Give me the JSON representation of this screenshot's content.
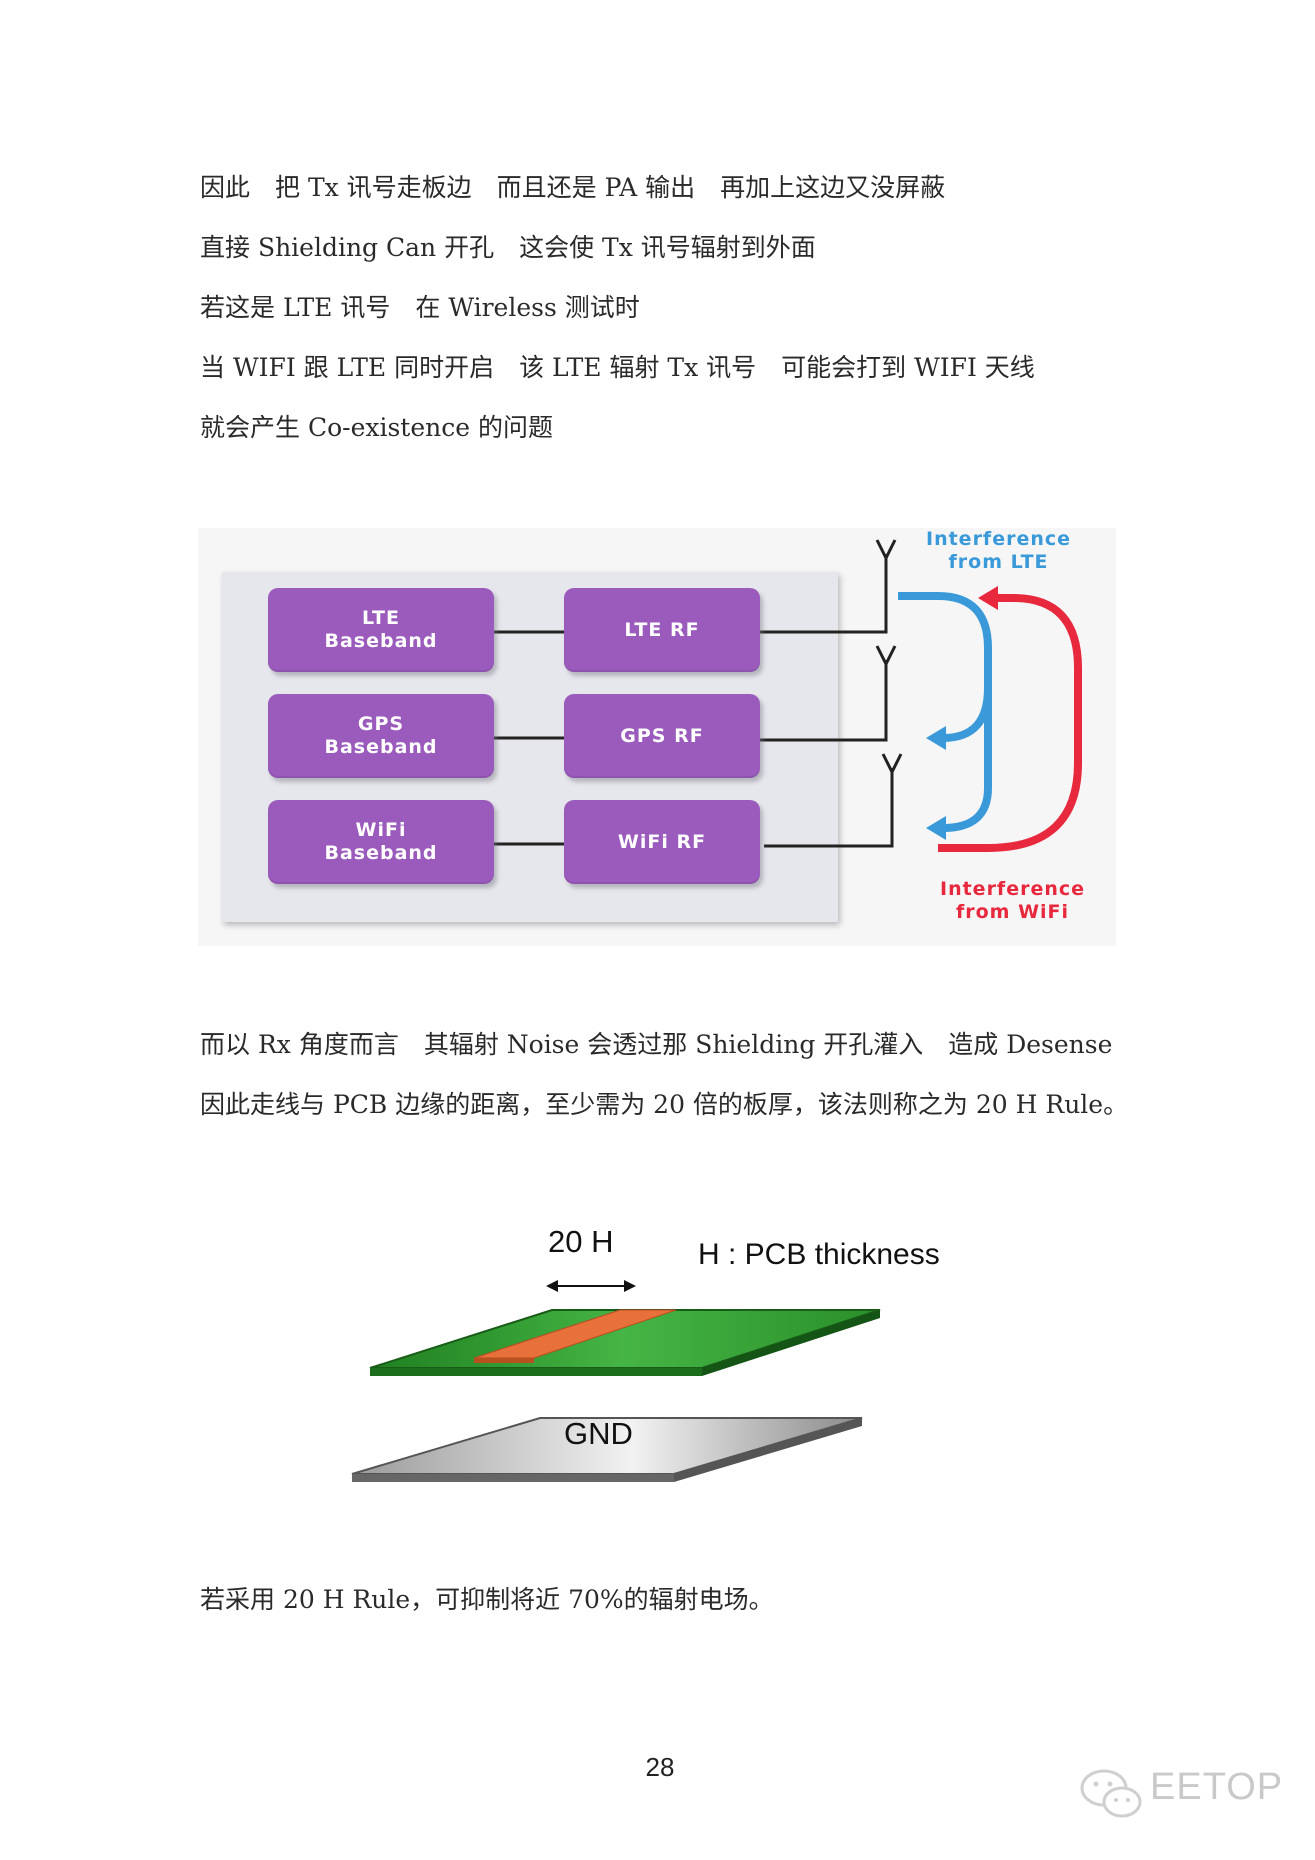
{
  "paragraph1": [
    "因此　把 Tx 讯号走板边　而且还是 PA 输出　再加上这边又没屏蔽",
    "直接 Shielding Can 开孔　这会使 Tx 讯号辐射到外面",
    "若这是 LTE 讯号　在 Wireless 测试时",
    "当 WIFI 跟 LTE 同时开启　该 LTE 辐射 Tx 讯号　可能会打到 WIFI 天线",
    "就会产生 Co-existence 的问题"
  ],
  "diagram1": {
    "baseband_blocks": [
      {
        "line1": "LTE",
        "line2": "Baseband"
      },
      {
        "line1": "GPS",
        "line2": "Baseband"
      },
      {
        "line1": "WiFi",
        "line2": "Baseband"
      }
    ],
    "rf_blocks": [
      "LTE  RF",
      "GPS  RF",
      "WiFi  RF"
    ],
    "interference_lte": {
      "line1": "Interference",
      "line2": "from  LTE",
      "color": "#3a9ad9"
    },
    "interference_wifi": {
      "line1": "Interference",
      "line2": "from  WiFi",
      "color": "#e8283c"
    },
    "block_color": "#9b5bbd"
  },
  "paragraph2": [
    "而以 Rx 角度而言　其辐射 Noise 会透过那 Shielding 开孔灌入　造成 Desense",
    "因此走线与 PCB 边缘的距离，至少需为 20 倍的板厚，该法则称之为 20 H Rule。"
  ],
  "diagram2": {
    "dimension_label": "20 H",
    "legend_label": "H : PCB thickness",
    "gnd_label": "GND",
    "board_color": "#2f9a2f",
    "trace_color": "#e8703a"
  },
  "paragraph3": [
    "若采用 20 H Rule，可抑制将近 70%的辐射电场。"
  ],
  "page_number": "28",
  "watermark": {
    "text": "EETOP",
    "icon": "wechat-icon"
  }
}
